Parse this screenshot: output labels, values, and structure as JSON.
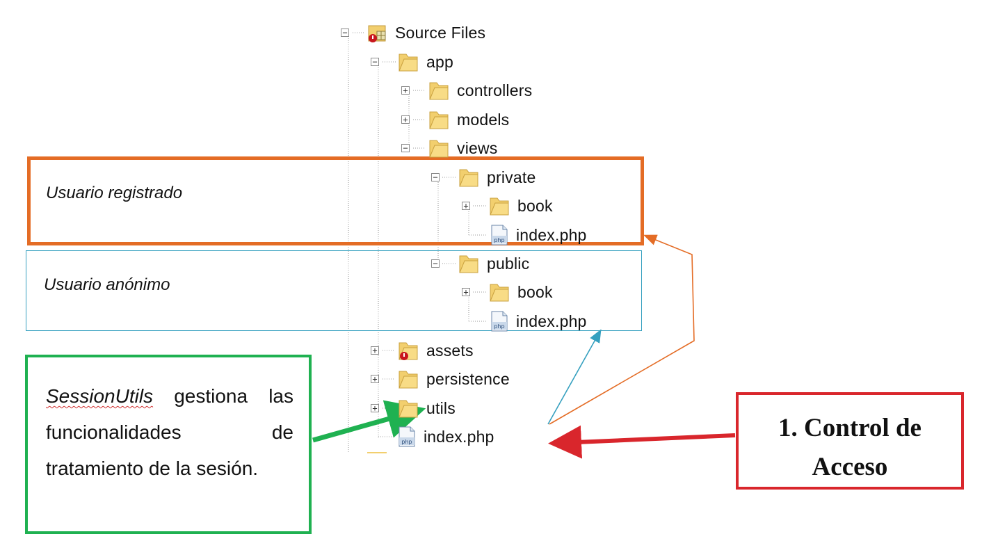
{
  "tree": {
    "source_files": "Source Files",
    "app": "app",
    "controllers": "controllers",
    "models": "models",
    "views": "views",
    "private": "private",
    "private_book": "book",
    "private_index": "index.php",
    "public": "public",
    "public_book": "book",
    "public_index": "index.php",
    "assets": "assets",
    "persistence": "persistence",
    "utils": "utils",
    "root_index": "index.php"
  },
  "annotations": {
    "registered_user": "Usuario registrado",
    "anonymous_user": "Usuario anónimo",
    "session_utils_name": "SessionUtils",
    "session_utils_text": "gestiona las funcionalidades de tratamiento de la sesión.",
    "access_control": "1. Control de Acceso"
  },
  "colors": {
    "orange": "#e46c25",
    "teal": "#35a0bf",
    "green": "#1fb151",
    "red": "#d9262c",
    "folder": "#f2cf6e",
    "tree_line": "#9a9a9a"
  }
}
